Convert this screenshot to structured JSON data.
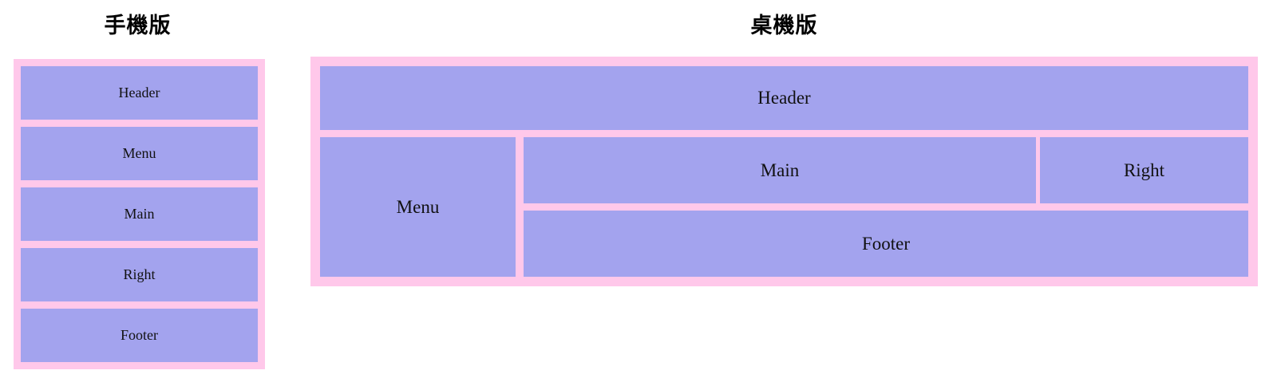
{
  "colors": {
    "container_pink": "#ffc8ea",
    "box_purple": "#a3a3ee",
    "text": "#111111",
    "title_text": "#000000",
    "page_background": "#ffffff"
  },
  "mobile": {
    "title": "手機版",
    "boxes": [
      {
        "label": "Header"
      },
      {
        "label": "Menu"
      },
      {
        "label": "Main"
      },
      {
        "label": "Right"
      },
      {
        "label": "Footer"
      }
    ]
  },
  "desktop": {
    "title": "桌機版",
    "header": {
      "label": "Header"
    },
    "menu": {
      "label": "Menu"
    },
    "main": {
      "label": "Main"
    },
    "right": {
      "label": "Right"
    },
    "footer": {
      "label": "Footer"
    }
  }
}
